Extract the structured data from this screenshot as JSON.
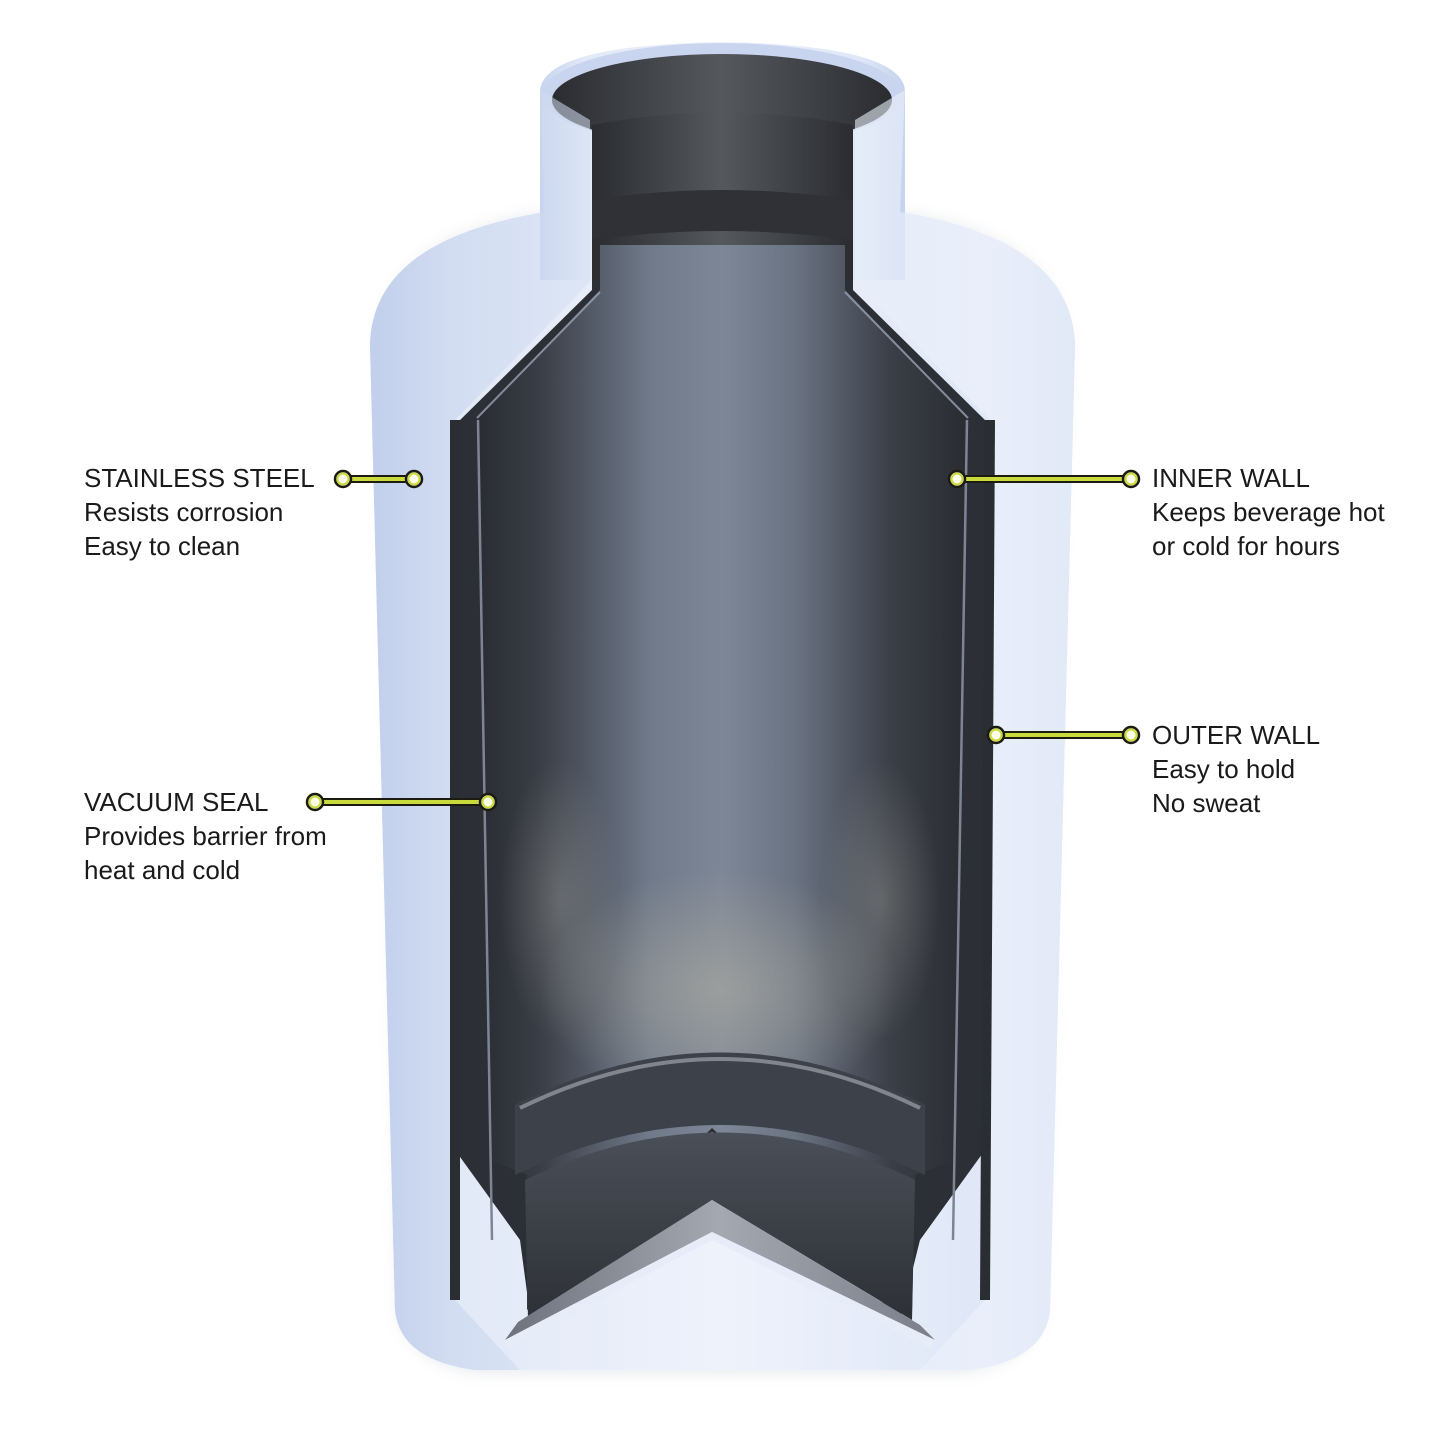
{
  "diagram": {
    "subject": "Vacuum insulated bottle cross-section",
    "colors": {
      "outer_wall": "#dde6f5",
      "outer_wall_shade": "#b9c8e6",
      "inner_dark": "#2b2e33",
      "inner_mid": "#6f7887",
      "callout_fill": "#c8da3c",
      "callout_stroke": "#1b1b12",
      "callout_dot": "#fbfde8",
      "text": "#1a1a1a"
    },
    "callouts": [
      {
        "id": "stainless-steel",
        "title": "STAINLESS STEEL",
        "lines": [
          "Resists corrosion",
          "Easy to clean"
        ],
        "side": "left"
      },
      {
        "id": "inner-wall",
        "title": "INNER WALL",
        "lines": [
          "Keeps beverage hot",
          "or cold for hours"
        ],
        "side": "right"
      },
      {
        "id": "outer-wall",
        "title": "OUTER WALL",
        "lines": [
          "Easy to hold",
          "No sweat"
        ],
        "side": "right"
      },
      {
        "id": "vacuum-seal",
        "title": "VACUUM SEAL",
        "lines": [
          "Provides barrier from",
          "heat and cold"
        ],
        "side": "left"
      }
    ]
  }
}
